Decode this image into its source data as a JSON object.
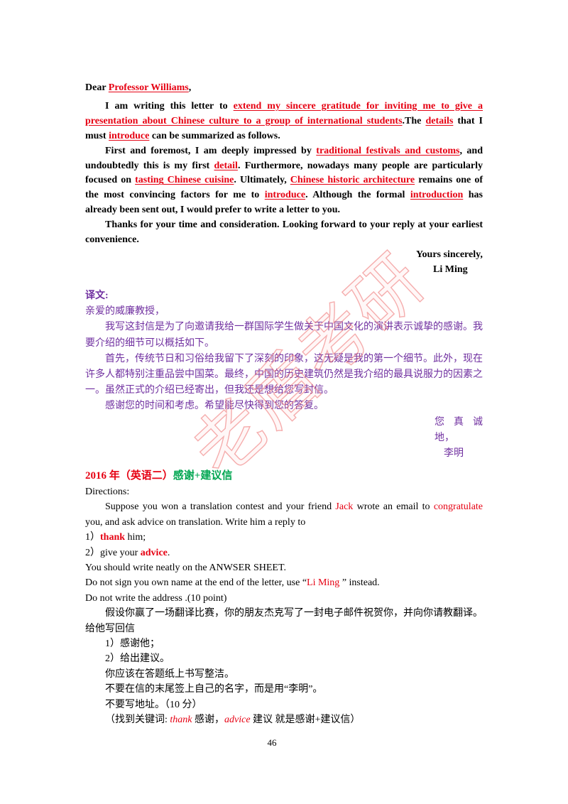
{
  "colors": {
    "highlight": "#e60012",
    "translation": "#7030a0",
    "heading_green": "#00a651",
    "watermark": "#ec6e6e"
  },
  "watermark": "老盾考研",
  "letter": {
    "salutation": [
      {
        "t": "Dear "
      },
      {
        "t": "Professor Williams",
        "color": "#e60012",
        "underline": true
      },
      {
        "t": ","
      }
    ],
    "paragraphs": [
      [
        {
          "t": "I am writing this letter to "
        },
        {
          "t": "extend my sincere gratitude for inviting me to give a presentation about Chinese culture to a group of international students",
          "color": "#e60012",
          "underline": true
        },
        {
          "t": ".The "
        },
        {
          "t": "details",
          "color": "#e60012",
          "underline": true
        },
        {
          "t": " that I must "
        },
        {
          "t": "introduce",
          "color": "#e60012",
          "underline": true
        },
        {
          "t": " can be summarized as follows."
        }
      ],
      [
        {
          "t": "First and foremost, I am deeply impressed by "
        },
        {
          "t": "traditional festivals and customs",
          "color": "#e60012",
          "underline": true
        },
        {
          "t": ", and undoubtedly this is my first "
        },
        {
          "t": "detail",
          "color": "#e60012",
          "underline": true
        },
        {
          "t": ". Furthermore, nowadays many people are particularly focused on "
        },
        {
          "t": "tasting Chinese cuisine",
          "color": "#e60012",
          "underline": true
        },
        {
          "t": ". Ultimately, "
        },
        {
          "t": "Chinese historic architecture",
          "color": "#e60012",
          "underline": true
        },
        {
          "t": " remains one of the most convincing factors for me to "
        },
        {
          "t": "introduce",
          "color": "#e60012",
          "underline": true
        },
        {
          "t": ". Although the formal "
        },
        {
          "t": "introduction",
          "color": "#e60012",
          "underline": true
        },
        {
          "t": " has already been sent out, I would prefer to write a letter to you."
        }
      ],
      [
        {
          "t": "Thanks for your time and consideration. Looking forward to your reply at your earliest convenience."
        }
      ]
    ],
    "closing": "Yours sincerely,",
    "signature": "Li Ming"
  },
  "translation": {
    "label": "译文:",
    "salutation": "亲爱的威廉教授，",
    "paragraphs": [
      "我写这封信是为了向邀请我给一群国际学生做关于中国文化的演讲表示诚挚的感谢。我要介绍的细节可以概括如下。",
      "首先，传统节日和习俗给我留下了深刻的印象，这无疑是我的第一个细节。此外，现在许多人都特别注重品尝中国菜。最终，中国的历史建筑仍然是我介绍的最具说服力的因素之一。虽然正式的介绍已经寄出，但我还是想给您写封信。",
      "感谢您的时间和考虑。希望能尽快得到您的答复。"
    ],
    "closing": "您真诚地，",
    "signature": "李明"
  },
  "task": {
    "heading": [
      {
        "t": "2016 年（英语二）",
        "color": "#e60012"
      },
      {
        "t": "感谢+建议信",
        "color": "#00a651"
      }
    ],
    "directions_label": "Directions:",
    "prompt": [
      {
        "t": "Suppose you won a translation contest and your friend "
      },
      {
        "t": "Jack",
        "color": "#e60012"
      },
      {
        "t": " wrote an email to "
      },
      {
        "t": "congratulate",
        "color": "#e60012"
      },
      {
        "t": " you, and ask advice on translation. Write him a reply to"
      }
    ],
    "items": [
      [
        {
          "t": "1）"
        },
        {
          "t": "thank",
          "color": "#e60012",
          "bold": true
        },
        {
          "t": " him;"
        }
      ],
      [
        {
          "t": "2）give your "
        },
        {
          "t": "advice",
          "color": "#e60012",
          "bold": true
        },
        {
          "t": "."
        }
      ]
    ],
    "neatness_rule": "You should write neatly on the ANWSER SHEET.",
    "signature_rule": [
      {
        "t": "Do not sign you own name at the end of the letter, use “"
      },
      {
        "t": "Li Ming",
        "color": "#e60012"
      },
      {
        "t": " ”  instead."
      }
    ],
    "address_rule": "Do not write the address .(10 point)",
    "cn_prompt": "假设你赢了一场翻译比赛，你的朋友杰克写了一封电子邮件祝贺你，并向你请教翻译。给他写回信",
    "cn_items": [
      "1）感谢他；",
      "2）给出建议。"
    ],
    "cn_rules": [
      "你应该在答题纸上书写整洁。",
      "不要在信的末尾签上自己的名字，而是用“李明”。",
      "不要写地址。（10 分）"
    ],
    "keyword_note": [
      {
        "t": "（找到关键词: "
      },
      {
        "t": "thank",
        "color": "#e60012",
        "italic": true
      },
      {
        "t": " 感谢，"
      },
      {
        "t": "advice",
        "color": "#e60012",
        "italic": true
      },
      {
        "t": " 建议 就是感谢+建议信）"
      }
    ]
  },
  "page_number": "46"
}
